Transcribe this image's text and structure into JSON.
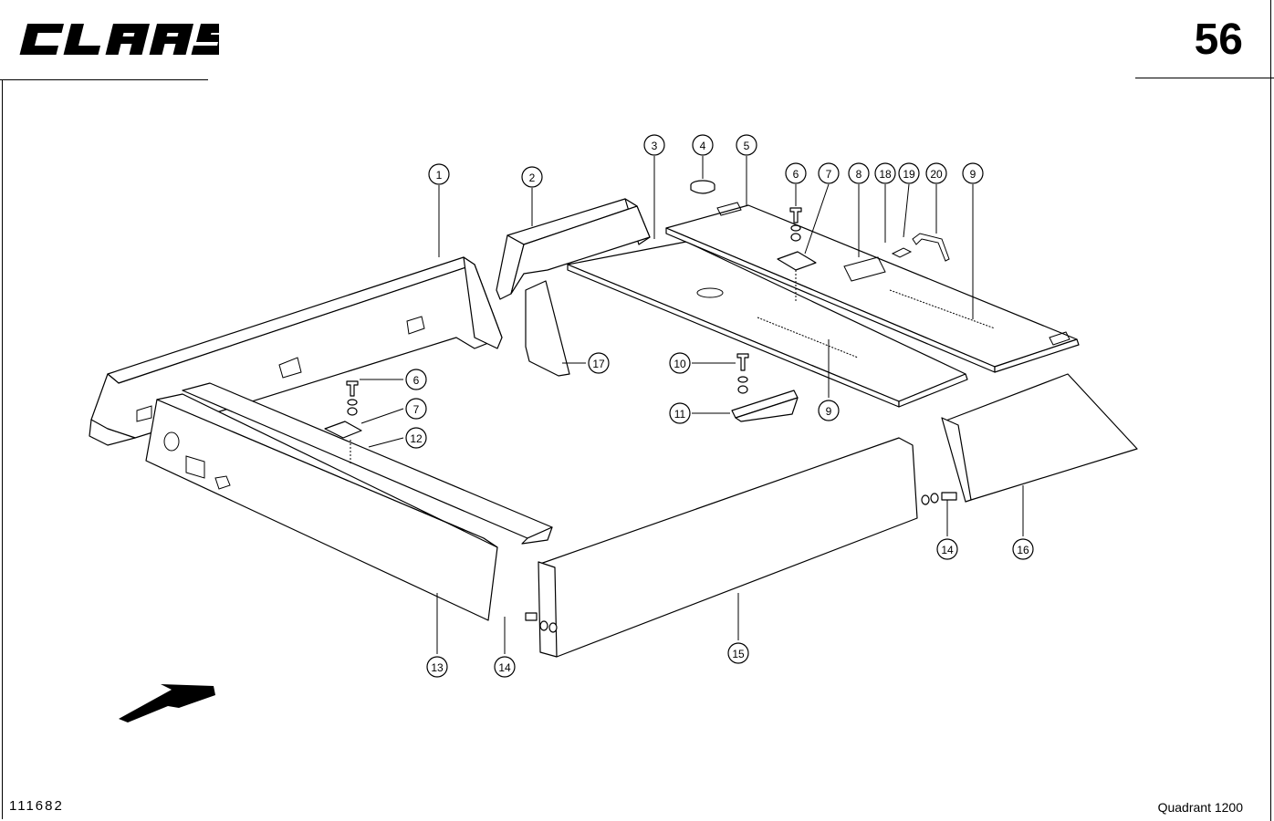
{
  "header": {
    "brand": "CLAAS",
    "page_number": "56"
  },
  "footer": {
    "drawing_id": "111682",
    "model": "Quadrant 1200"
  },
  "callouts": [
    {
      "id": "c1",
      "label": "1"
    },
    {
      "id": "c2",
      "label": "2"
    },
    {
      "id": "c3",
      "label": "3"
    },
    {
      "id": "c4",
      "label": "4"
    },
    {
      "id": "c5",
      "label": "5"
    },
    {
      "id": "c6a",
      "label": "6"
    },
    {
      "id": "c7a",
      "label": "7"
    },
    {
      "id": "c8",
      "label": "8"
    },
    {
      "id": "c18",
      "label": "18"
    },
    {
      "id": "c19",
      "label": "19"
    },
    {
      "id": "c20",
      "label": "20"
    },
    {
      "id": "c9a",
      "label": "9"
    },
    {
      "id": "c6b",
      "label": "6"
    },
    {
      "id": "c7b",
      "label": "7"
    },
    {
      "id": "c12",
      "label": "12"
    },
    {
      "id": "c17",
      "label": "17"
    },
    {
      "id": "c10",
      "label": "10"
    },
    {
      "id": "c11",
      "label": "11"
    },
    {
      "id": "c9b",
      "label": "9"
    },
    {
      "id": "c13",
      "label": "13"
    },
    {
      "id": "c14a",
      "label": "14"
    },
    {
      "id": "c15",
      "label": "15"
    },
    {
      "id": "c14b",
      "label": "14"
    },
    {
      "id": "c16",
      "label": "16"
    }
  ],
  "colors": {
    "ink": "#000000",
    "paper": "#ffffff"
  }
}
